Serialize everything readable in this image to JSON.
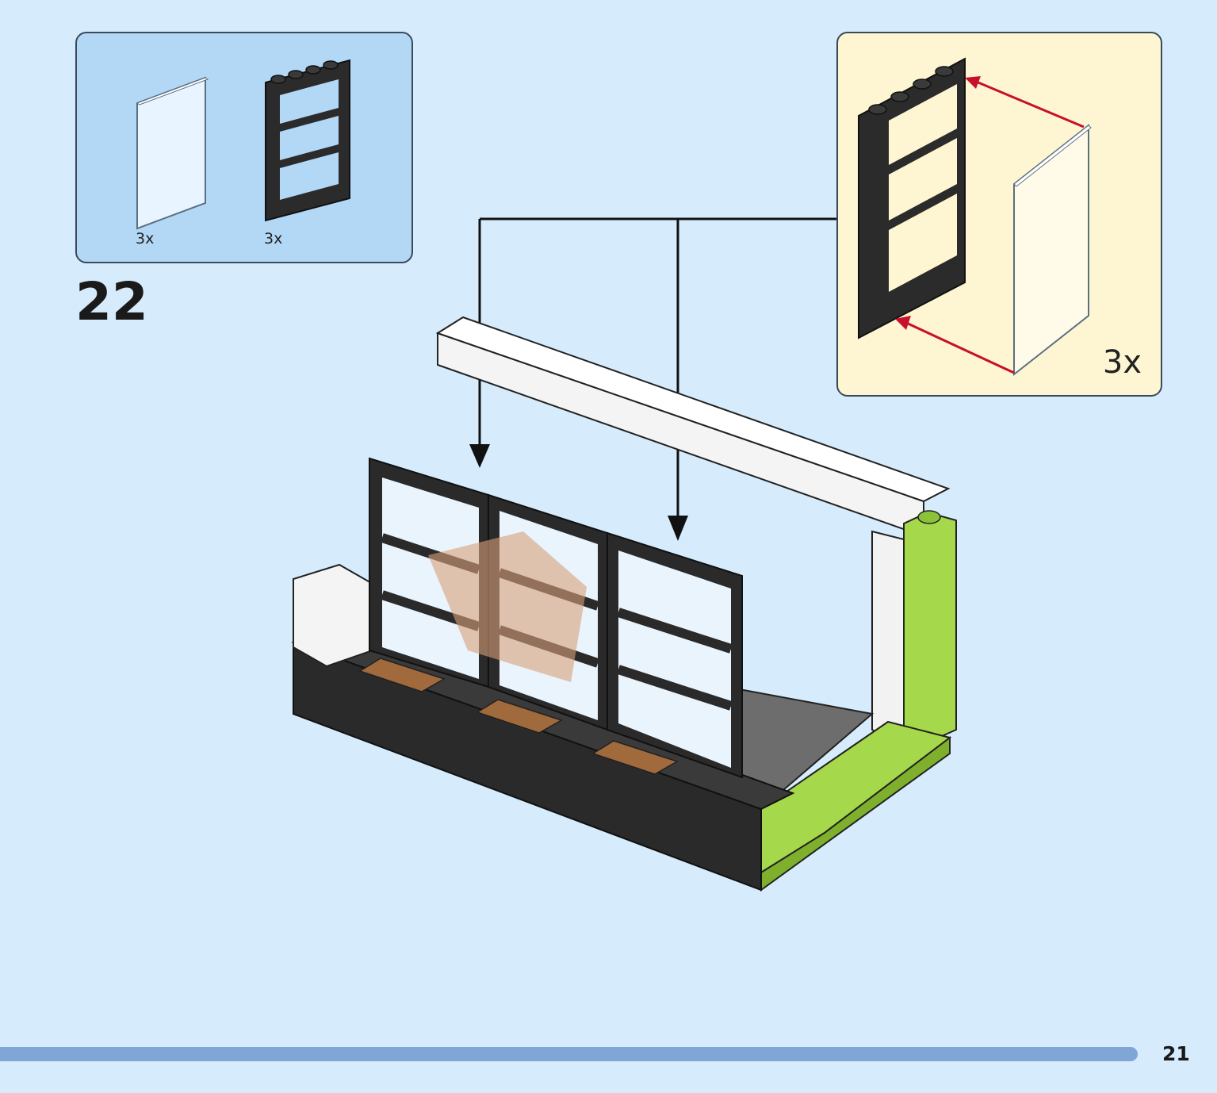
{
  "parts_list": {
    "items": [
      {
        "icon": "glass-pane-icon",
        "count": "3x"
      },
      {
        "icon": "window-frame-icon",
        "count": "3x"
      }
    ]
  },
  "step": {
    "number": "22"
  },
  "callout": {
    "count": "3x"
  },
  "page": {
    "number": "21"
  },
  "colors": {
    "background": "#d6ecfc",
    "parts_box": "#b3d8f6",
    "callout_box": "#fef6d2",
    "progress_bar": "#7fa6d7",
    "arrow_red": "#c8102e",
    "lime": "#a5d84a",
    "black_brick": "#2a2a2a"
  }
}
